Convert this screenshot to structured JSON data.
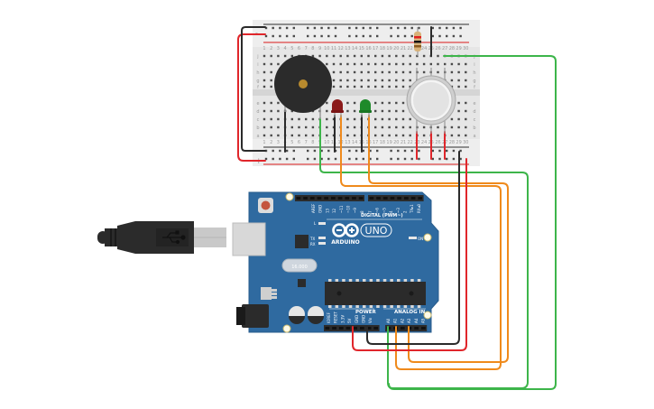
{
  "diagram": {
    "title": "Arduino Uno gas sensor alarm circuit",
    "components": {
      "breadboard": {
        "label": "breadboard-half",
        "rail_minus": "-",
        "rail_plus": "+",
        "rows_top": [
          "j",
          "i",
          "h",
          "g",
          "f"
        ],
        "rows_bottom": [
          "e",
          "d",
          "c",
          "b",
          "a"
        ],
        "columns": 30
      },
      "buzzer": {
        "label": "Piezo buzzer"
      },
      "led_red": {
        "label": "Red LED",
        "color": "#8b1a1a"
      },
      "led_green": {
        "label": "Green LED",
        "color": "#1e8a2a"
      },
      "resistor": {
        "label": "Resistor",
        "bands": [
          "#c8a060",
          "#e02020",
          "#111111",
          "#8a5a20"
        ]
      },
      "gas_sensor": {
        "label": "Gas sensor"
      },
      "usb_cable": {
        "label": "USB cable",
        "icon": "usb-icon"
      },
      "arduino": {
        "brand": "ARDUINO",
        "model": "UNO",
        "digital_header_label": "DIGITAL (PWM~)",
        "digital_pins": [
          "AREF",
          "GND",
          "13",
          "12",
          "~11",
          "~10",
          "~9",
          "8",
          "7",
          "~6",
          "~5",
          "4",
          "~3",
          "2",
          "TX▸1",
          "RX◂0"
        ],
        "power_header_label": "POWER",
        "power_pins": [
          "IOREF",
          "RESET",
          "3.3V",
          "5V",
          "GND",
          "GND",
          "Vin"
        ],
        "analog_header_label": "ANALOG IN",
        "analog_pins": [
          "A0",
          "A1",
          "A2",
          "A3",
          "A4",
          "A5"
        ],
        "led_labels": [
          "L",
          "TX",
          "RX"
        ],
        "on_label": "ON",
        "crystal_label": "16.000"
      }
    },
    "wire_colors": {
      "red": "#e0262b",
      "black": "#2b2b2b",
      "green": "#3db54a",
      "orange": "#ef8a1c"
    },
    "board_color": "#2f6aa0"
  }
}
